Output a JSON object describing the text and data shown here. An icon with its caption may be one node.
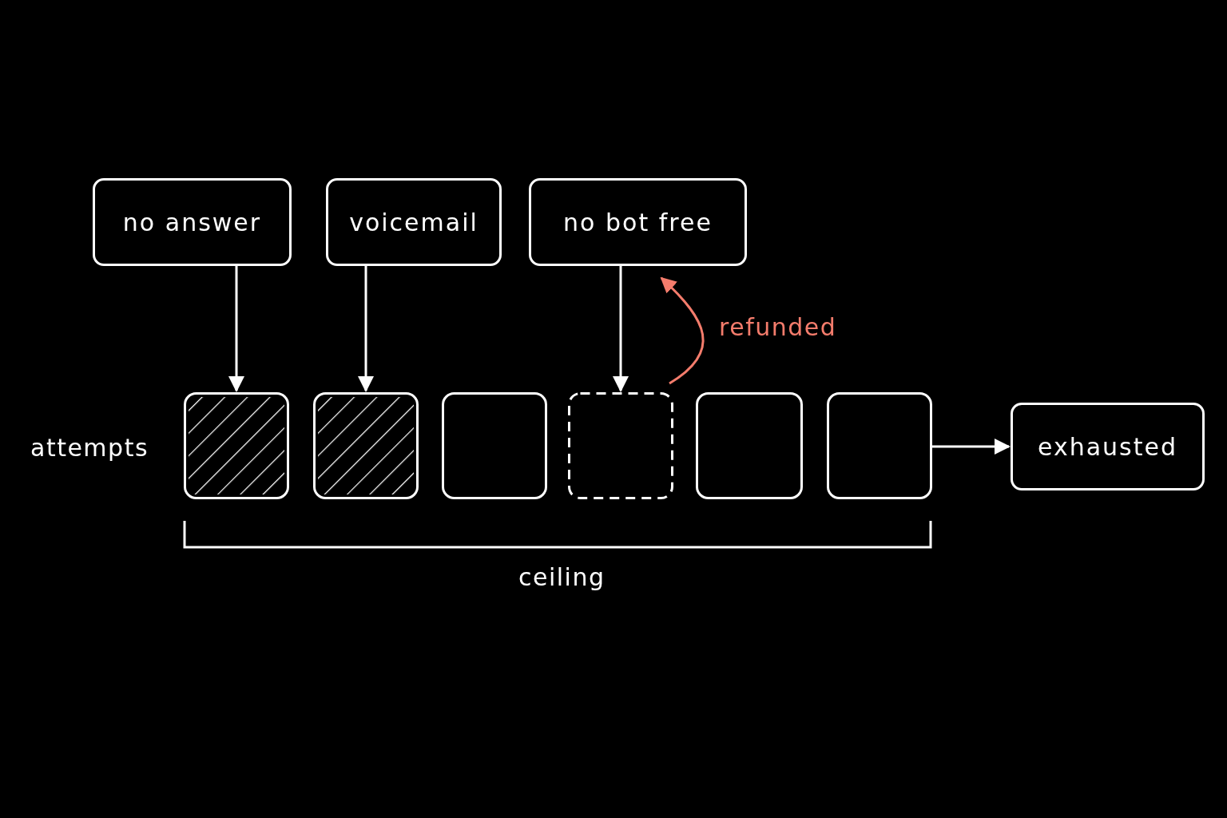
{
  "diagram": {
    "nodes": [
      {
        "text": [
          "no answer"
        ]
      },
      {
        "text": [
          "voicemail"
        ]
      },
      {
        "text": [
          "no bot free"
        ]
      },
      {
        "text": [],
        "shape": "box"
      },
      {
        "text": [],
        "shape": "box"
      },
      {
        "text": [],
        "shape": "box"
      },
      {
        "text": [],
        "shape": "box"
      },
      {
        "text": [],
        "shape": "box"
      },
      {
        "text": [],
        "shape": "box"
      },
      {
        "text": [
          "exhausted"
        ]
      }
    ],
    "edges": [
      {
        "from": 0,
        "to": 3,
        "arrow": "to"
      },
      {
        "from": 1,
        "to": 4,
        "arrow": "to"
      },
      {
        "from": 2,
        "to": 6,
        "arrow": "to"
      },
      {
        "from": 6,
        "to": 2,
        "arrow": "to",
        "label": "refunded",
        "color": "#f47c6c"
      },
      {
        "from": 8,
        "to": 9,
        "arrow": "to"
      }
    ],
    "labels": [
      "attempts",
      "ceiling"
    ]
  }
}
